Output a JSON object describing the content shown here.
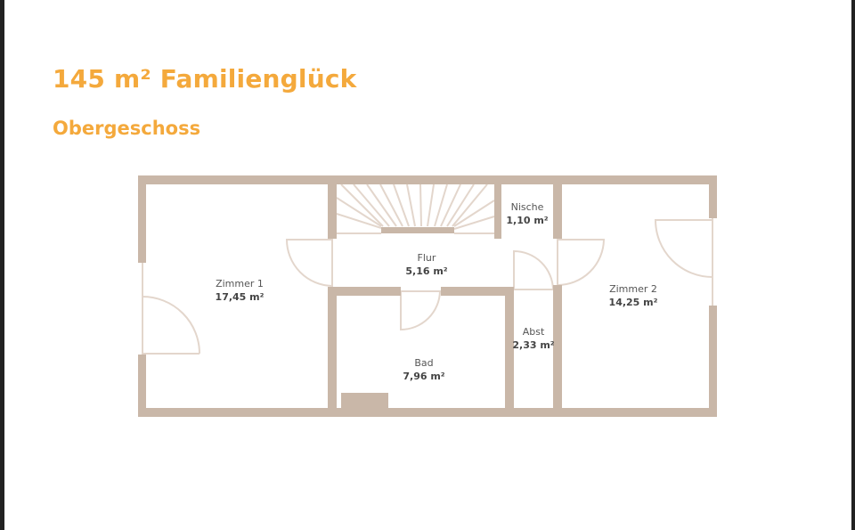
{
  "header": {
    "title": "145 m² Familienglück",
    "subtitle": "Obergeschoss"
  },
  "colors": {
    "accent": "#f4a93c",
    "wall": "#c9b7a8",
    "fixture_line": "#e3d6cc",
    "label_text": "#555555"
  },
  "floorplan": {
    "floor": "Obergeschoss",
    "rooms": [
      {
        "name": "Zimmer 1",
        "area": "17,45 m²"
      },
      {
        "name": "Flur",
        "area": "5,16 m²"
      },
      {
        "name": "Nische",
        "area": "1,10 m²"
      },
      {
        "name": "Zimmer 2",
        "area": "14,25 m²"
      },
      {
        "name": "Bad",
        "area": "7,96 m²"
      },
      {
        "name": "Abst",
        "area": "2,33 m²"
      }
    ]
  }
}
